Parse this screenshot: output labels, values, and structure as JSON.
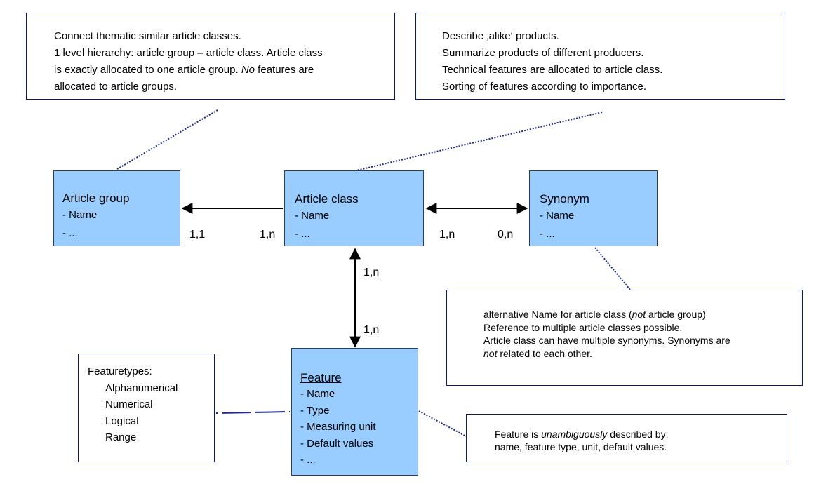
{
  "notes": {
    "article_group": {
      "lines": [
        {
          "text": "Connect thematic similar article classes."
        },
        {
          "text": "1 level hierarchy: article group – article class. Article class"
        },
        {
          "text": "is exactly allocated to one article group. ",
          "em": "No",
          "tail": " features are"
        },
        {
          "text": "allocated to article groups."
        }
      ]
    },
    "article_class": {
      "lines": [
        "Describe ‚alike‘ products.",
        "Summarize products of different producers.",
        "Technical features are allocated to article class.",
        "Sorting of features according to importance."
      ]
    },
    "synonym": {
      "line1_pre": "alternative Name for article class (",
      "line1_em": "not",
      "line1_post": " article group)",
      "line2": "Reference to multiple article classes possible.",
      "line3": "Article class can have multiple synonyms. Synonyms are",
      "line4_em": "not",
      "line4_post": " related to each other."
    },
    "featuretypes": {
      "title": "Featuretypes:",
      "items": [
        "Alphanumerical",
        "Numerical",
        "Logical",
        "Range"
      ]
    },
    "feature": {
      "line1_pre": "Feature is ",
      "line1_em": "unambiguously",
      "line1_post": " described by:",
      "line2": "name, feature type, unit, default values."
    }
  },
  "entities": {
    "article_group": {
      "title": "Article group",
      "attrs": [
        "- Name",
        "- ..."
      ]
    },
    "article_class": {
      "title": "Article class",
      "attrs": [
        "- Name",
        "- ..."
      ]
    },
    "synonym": {
      "title": "Synonym",
      "attrs": [
        "- Name",
        "- ..."
      ]
    },
    "feature": {
      "title": "Feature",
      "attrs": [
        "- Name",
        "- Type",
        "- Measuring unit",
        "- Default values",
        "- ..."
      ]
    }
  },
  "multiplicities": {
    "group_side": "1,1",
    "class_side_group": "1,n",
    "class_side_synonym": "1,n",
    "synonym_side": "0,n",
    "class_side_feature": "1,n",
    "feature_side": "1,n"
  },
  "colors": {
    "entity_fill": "#99ccff",
    "note_border": "#0d1a6b",
    "dotted_line": "#1a2a8c"
  }
}
